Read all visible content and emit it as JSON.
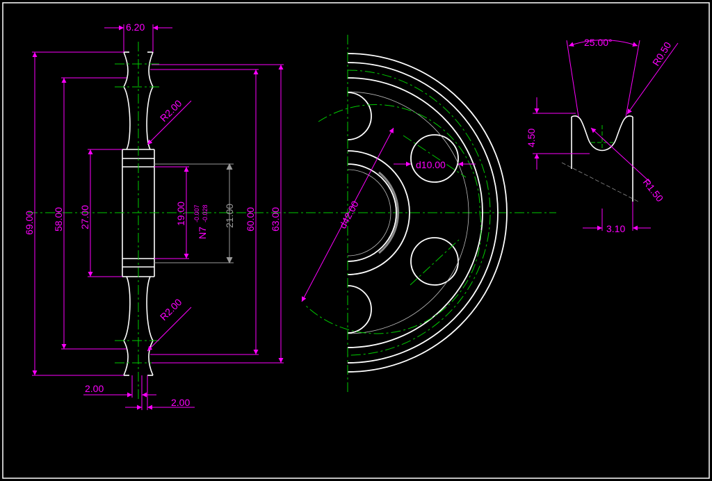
{
  "colors": {
    "background": "#000000",
    "outline": "#ffffff",
    "dimension": "#ff00ff",
    "centerline": "#00cc00",
    "hidden": "#8a8a8a"
  },
  "dims": {
    "width_top": "6.20",
    "overall_dia": "69.00",
    "dia_58": "58.00",
    "dia_27": "27.00",
    "fillet_top": "R2.00",
    "fillet_bottom": "R2.00",
    "bore": "19.00",
    "tol_prefix": "N7",
    "tol_upper": "-0.007",
    "tol_lower": "-0.028",
    "hub_dia": "21.00",
    "dia_60": "60.00",
    "dia_63": "63.00",
    "step_left": "2.00",
    "step_right": "2.00",
    "hole_dia": "d10.00",
    "pcd": "d42.00",
    "groove_angle": "25.00°",
    "groove_r_top": "R0.50",
    "groove_depth": "4.50",
    "groove_r_bottom": "R1.50",
    "groove_width": "3.10"
  }
}
